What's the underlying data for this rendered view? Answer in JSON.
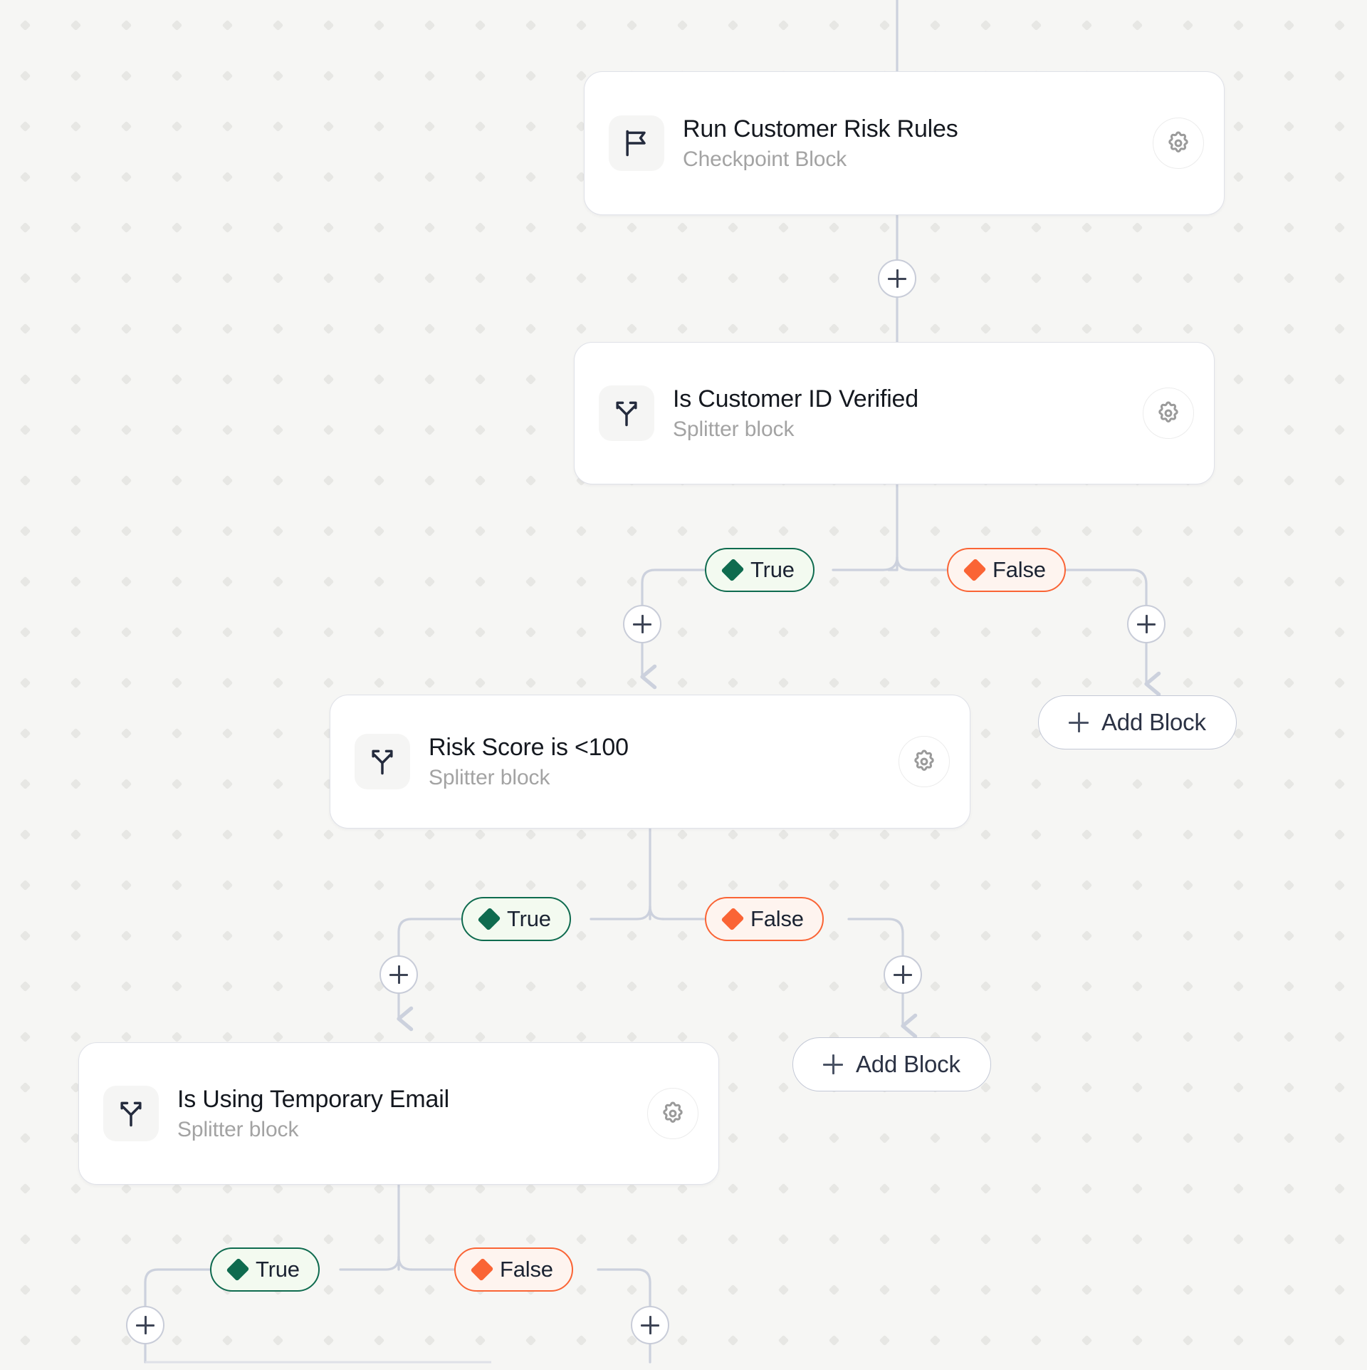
{
  "canvas": {
    "background_color": "#f6f6f4",
    "dot_color": "#e8e8e6",
    "edge_color": "#ccd1dd"
  },
  "theme": {
    "true_border": "#0f6b4f",
    "true_fill": "#f3faf0",
    "false_border": "#fa6435",
    "false_fill": "#fef4ef",
    "card_border": "#dfe1e8",
    "title_color": "#14181f",
    "subtitle_color": "#a3a3a3"
  },
  "blocks": [
    {
      "id": "run-customer-risk-rules",
      "title": "Run Customer Risk Rules",
      "subtitle": "Checkpoint Block",
      "icon": "flag-icon",
      "settings_icon": "gear-icon"
    },
    {
      "id": "is-customer-id-verified",
      "title": "Is Customer ID Verified",
      "subtitle": "Splitter block",
      "icon": "splitter-icon",
      "settings_icon": "gear-icon"
    },
    {
      "id": "risk-score-is-under-100",
      "title": "Risk Score is <100",
      "subtitle": "Splitter block",
      "icon": "splitter-icon",
      "settings_icon": "gear-icon"
    },
    {
      "id": "is-using-temporary-email",
      "title": "Is Using Temporary Email",
      "subtitle": "Splitter block",
      "icon": "splitter-icon",
      "settings_icon": "gear-icon"
    }
  ],
  "branches": {
    "true_label": "True",
    "false_label": "False"
  },
  "branch_pills": [
    {
      "id": "verified-true",
      "label": "True",
      "kind": "true"
    },
    {
      "id": "verified-false",
      "label": "False",
      "kind": "false"
    },
    {
      "id": "risk-true",
      "label": "True",
      "kind": "true"
    },
    {
      "id": "risk-false",
      "label": "False",
      "kind": "false"
    },
    {
      "id": "temp-email-true",
      "label": "True",
      "kind": "true"
    },
    {
      "id": "temp-email-false",
      "label": "False",
      "kind": "false"
    }
  ],
  "add_buttons": [
    {
      "id": "add-block-verified-false",
      "label": "Add Block",
      "icon": "plus-icon"
    },
    {
      "id": "add-block-risk-false",
      "label": "Add Block",
      "icon": "plus-icon"
    }
  ],
  "insert_nodes": [
    {
      "id": "insert-after-checkpoint",
      "icon": "plus-icon"
    },
    {
      "id": "insert-verified-true-branch",
      "icon": "plus-icon"
    },
    {
      "id": "insert-verified-false-branch",
      "icon": "plus-icon"
    },
    {
      "id": "insert-risk-true-branch",
      "icon": "plus-icon"
    },
    {
      "id": "insert-risk-false-branch",
      "icon": "plus-icon"
    },
    {
      "id": "insert-temp-true-branch",
      "icon": "plus-icon"
    },
    {
      "id": "insert-temp-false-branch",
      "icon": "plus-icon"
    }
  ]
}
